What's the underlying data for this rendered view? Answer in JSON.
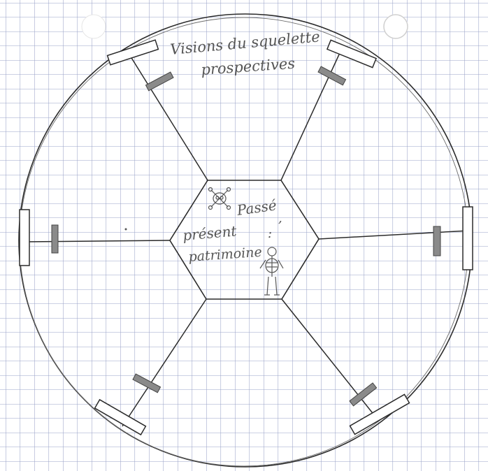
{
  "page": {
    "background_color": "#ffffff",
    "grid_color": "#9aa3c8",
    "ink_color": "#2b2b2b",
    "pencil_color": "#555555"
  },
  "title": {
    "line1": "Visions du squelette",
    "line2": "prospectives"
  },
  "center": {
    "line1": "Passé",
    "line2": "présent",
    "line3": "patrimoine"
  },
  "icons": [
    "skull-icon",
    "skeleton-icon",
    "punch-hole-icon"
  ]
}
